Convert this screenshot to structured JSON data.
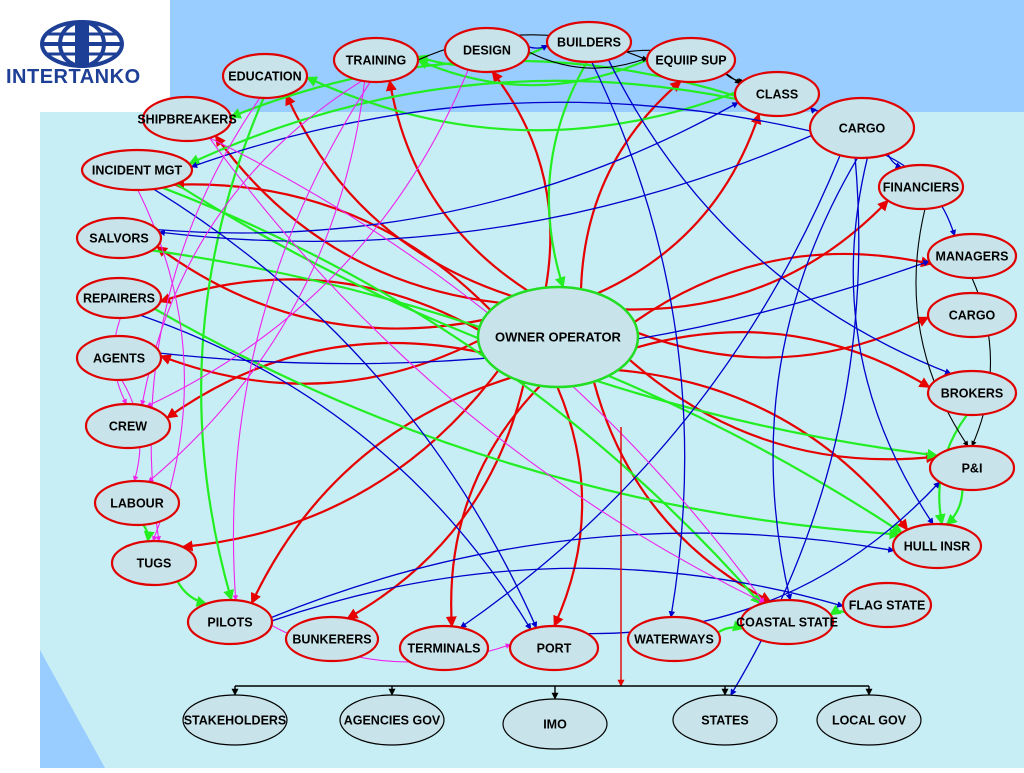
{
  "logo": {
    "text": "INTERTANKO",
    "icon": "globe-icon",
    "color": "#1e3f96"
  },
  "colors": {
    "top_bg": "#99ccff",
    "main_bg": "#c7eef4",
    "node_fill": "#c8e4ea",
    "node_stroke": "#e00000",
    "center_stroke": "#22dd22",
    "bottom_stroke": "#000000",
    "arrow_red": "#e60000",
    "arrow_green": "#22ee22",
    "arrow_blue": "#0000cc",
    "arrow_magenta": "#ee22ee",
    "arrow_black": "#000000"
  },
  "center": {
    "id": "owner",
    "label": "OWNER OPERATOR"
  },
  "nodes": [
    {
      "id": "training",
      "label": "TRAINING"
    },
    {
      "id": "design",
      "label": "DESIGN"
    },
    {
      "id": "builders",
      "label": "BUILDERS"
    },
    {
      "id": "equip",
      "label": "EQUIIP SUP"
    },
    {
      "id": "education",
      "label": "EDUCATION"
    },
    {
      "id": "class",
      "label": "CLASS"
    },
    {
      "id": "cargo_top",
      "label": "CARGO"
    },
    {
      "id": "shipbreakers",
      "label": "SHIPBREAKERS"
    },
    {
      "id": "incident",
      "label": "INCIDENT MGT"
    },
    {
      "id": "financiers",
      "label": "FINANCIERS"
    },
    {
      "id": "salvors",
      "label": "SALVORS"
    },
    {
      "id": "managers",
      "label": "MANAGERS"
    },
    {
      "id": "repairers",
      "label": "REPAIRERS"
    },
    {
      "id": "cargo_right",
      "label": "CARGO"
    },
    {
      "id": "agents",
      "label": "AGENTS"
    },
    {
      "id": "brokers",
      "label": "BROKERS"
    },
    {
      "id": "crew",
      "label": "CREW"
    },
    {
      "id": "pi",
      "label": "P&I"
    },
    {
      "id": "labour",
      "label": "LABOUR"
    },
    {
      "id": "hull",
      "label": "HULL INSR"
    },
    {
      "id": "tugs",
      "label": "TUGS"
    },
    {
      "id": "flag",
      "label": "FLAG STATE"
    },
    {
      "id": "pilots",
      "label": "PILOTS"
    },
    {
      "id": "coastal",
      "label": "COASTAL STATE"
    },
    {
      "id": "bunkerers",
      "label": "BUNKERERS"
    },
    {
      "id": "terminals",
      "label": "TERMINALS"
    },
    {
      "id": "port",
      "label": "PORT"
    },
    {
      "id": "waterways",
      "label": "WATERWAYS"
    }
  ],
  "bottom_nodes": [
    {
      "id": "stakeholders",
      "label": "STAKEHOLDERS"
    },
    {
      "id": "agencies",
      "label": "AGENCIES GOV"
    },
    {
      "id": "imo",
      "label": "IMO"
    },
    {
      "id": "states",
      "label": "STATES"
    },
    {
      "id": "localgov",
      "label": "LOCAL GOV"
    }
  ],
  "edges": [
    {
      "from": "owner",
      "to": "training",
      "color": "red"
    },
    {
      "from": "owner",
      "to": "design",
      "color": "red"
    },
    {
      "from": "owner",
      "to": "equip",
      "color": "red"
    },
    {
      "from": "owner",
      "to": "class",
      "color": "red"
    },
    {
      "from": "owner",
      "to": "education",
      "color": "red"
    },
    {
      "from": "owner",
      "to": "financiers",
      "color": "red"
    },
    {
      "from": "owner",
      "to": "managers",
      "color": "red"
    },
    {
      "from": "owner",
      "to": "cargo_right",
      "color": "red"
    },
    {
      "from": "owner",
      "to": "brokers",
      "color": "red"
    },
    {
      "from": "owner",
      "to": "pi",
      "color": "red"
    },
    {
      "from": "owner",
      "to": "hull",
      "color": "red"
    },
    {
      "from": "owner",
      "to": "coastal",
      "color": "red"
    },
    {
      "from": "owner",
      "to": "port",
      "color": "red"
    },
    {
      "from": "owner",
      "to": "terminals",
      "color": "red"
    },
    {
      "from": "owner",
      "to": "bunkerers",
      "color": "red"
    },
    {
      "from": "owner",
      "to": "pilots",
      "color": "red"
    },
    {
      "from": "owner",
      "to": "tugs",
      "color": "red"
    },
    {
      "from": "owner",
      "to": "crew",
      "color": "red"
    },
    {
      "from": "owner",
      "to": "agents",
      "color": "red"
    },
    {
      "from": "owner",
      "to": "repairers",
      "color": "red"
    },
    {
      "from": "owner",
      "to": "salvors",
      "color": "red"
    },
    {
      "from": "owner",
      "to": "incident",
      "color": "red"
    },
    {
      "from": "owner",
      "to": "shipbreakers",
      "color": "red"
    },
    {
      "from": "builders",
      "to": "owner",
      "color": "green"
    },
    {
      "from": "builders",
      "to": "training",
      "color": "green"
    },
    {
      "from": "class",
      "to": "incident",
      "color": "green"
    },
    {
      "from": "class",
      "to": "education",
      "color": "green"
    },
    {
      "from": "class",
      "to": "shipbreakers",
      "color": "green"
    },
    {
      "from": "equip",
      "to": "training",
      "color": "green"
    },
    {
      "from": "incident",
      "to": "pi",
      "color": "green"
    },
    {
      "from": "salvors",
      "to": "hull",
      "color": "green"
    },
    {
      "from": "repairers",
      "to": "hull",
      "color": "green"
    },
    {
      "from": "incident",
      "to": "coastal",
      "color": "green"
    },
    {
      "from": "education",
      "to": "pilots",
      "color": "green"
    },
    {
      "from": "labour",
      "to": "tugs",
      "color": "green"
    },
    {
      "from": "tugs",
      "to": "pilots",
      "color": "green"
    },
    {
      "from": "pi",
      "to": "hull",
      "color": "green"
    },
    {
      "from": "brokers",
      "to": "hull",
      "color": "green"
    },
    {
      "from": "waterways",
      "to": "coastal",
      "color": "green"
    },
    {
      "from": "flag",
      "to": "coastal",
      "color": "green"
    },
    {
      "from": "cargo_top",
      "to": "salvors",
      "color": "blue"
    },
    {
      "from": "cargo_top",
      "to": "incident",
      "color": "blue"
    },
    {
      "from": "cargo_top",
      "to": "class",
      "color": "blue"
    },
    {
      "from": "cargo_top",
      "to": "financiers",
      "color": "blue"
    },
    {
      "from": "cargo_top",
      "to": "managers",
      "color": "blue"
    },
    {
      "from": "cargo_top",
      "to": "hull",
      "color": "blue"
    },
    {
      "from": "cargo_top",
      "to": "states",
      "color": "blue"
    },
    {
      "from": "cargo_top",
      "to": "coastal",
      "color": "blue"
    },
    {
      "from": "cargo_top",
      "to": "terminals",
      "color": "blue"
    },
    {
      "from": "builders",
      "to": "brokers",
      "color": "blue"
    },
    {
      "from": "builders",
      "to": "waterways",
      "color": "blue"
    },
    {
      "from": "design",
      "to": "builders",
      "color": "blue"
    },
    {
      "from": "repairers",
      "to": "port",
      "color": "blue"
    },
    {
      "from": "agents",
      "to": "managers",
      "color": "blue"
    },
    {
      "from": "pilots",
      "to": "hull",
      "color": "blue"
    },
    {
      "from": "port",
      "to": "pi",
      "color": "blue"
    },
    {
      "from": "pilots",
      "to": "flag",
      "color": "blue"
    },
    {
      "from": "salvors",
      "to": "class",
      "color": "blue"
    },
    {
      "from": "incident",
      "to": "port",
      "color": "blue"
    },
    {
      "from": "training",
      "to": "crew",
      "color": "magenta"
    },
    {
      "from": "training",
      "to": "labour",
      "color": "magenta"
    },
    {
      "from": "training",
      "to": "pilots",
      "color": "magenta"
    },
    {
      "from": "design",
      "to": "crew",
      "color": "magenta"
    },
    {
      "from": "education",
      "to": "tugs",
      "color": "magenta"
    },
    {
      "from": "shipbreakers",
      "to": "coastal",
      "color": "magenta"
    },
    {
      "from": "repairers",
      "to": "crew",
      "color": "magenta"
    },
    {
      "from": "agents",
      "to": "labour",
      "color": "magenta"
    },
    {
      "from": "pilots",
      "to": "port",
      "color": "magenta"
    },
    {
      "from": "incident",
      "to": "tugs",
      "color": "magenta"
    },
    {
      "from": "shipbreakers",
      "to": "coastal",
      "color": "magenta"
    },
    {
      "from": "training",
      "to": "equip",
      "color": "black"
    },
    {
      "from": "design",
      "to": "equip",
      "color": "black"
    },
    {
      "from": "builders",
      "to": "class",
      "color": "black"
    },
    {
      "from": "equip",
      "to": "class",
      "color": "black"
    },
    {
      "from": "managers",
      "to": "pi",
      "color": "black"
    },
    {
      "from": "financiers",
      "to": "pi",
      "color": "black"
    }
  ],
  "tree": {
    "root": "owner",
    "children": [
      "stakeholders",
      "agencies",
      "imo",
      "states",
      "localgov"
    ]
  }
}
